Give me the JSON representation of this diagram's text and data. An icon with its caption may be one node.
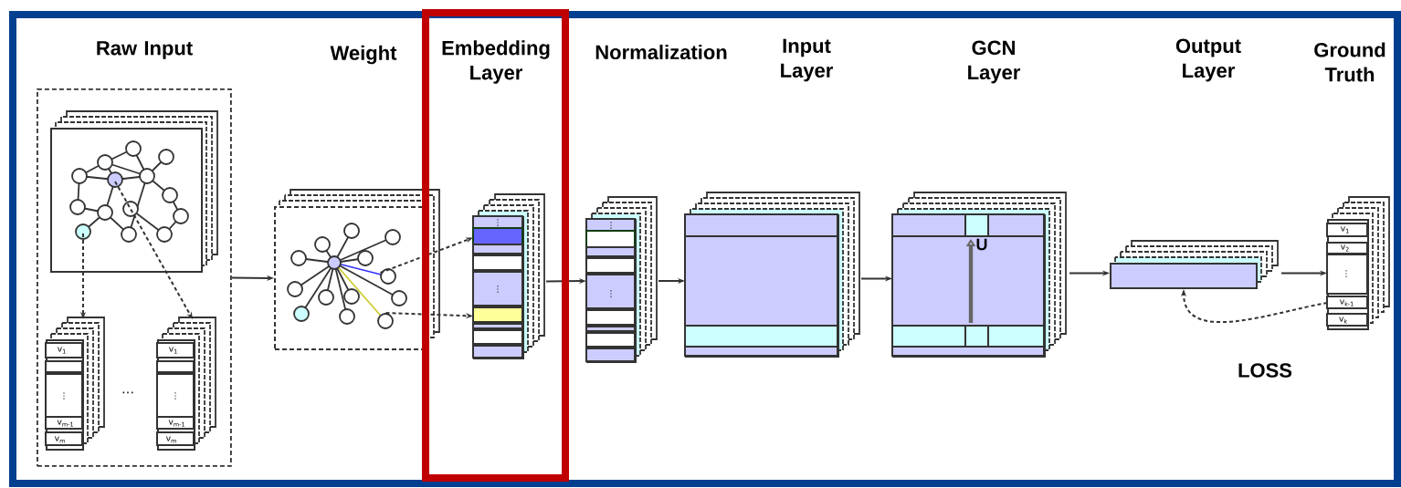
{
  "diagram": {
    "nodes": [
      {
        "text": [],
        "shape": "box"
      },
      {
        "text": [],
        "shape": "box",
        "in": 0
      },
      {
        "text": [
          "v$_{1}$",
          "⋮",
          "v$_{m-1}$",
          "v$_{m}$"
        ],
        "in": 0
      },
      {
        "text": [
          "v$_{1}$",
          "⋮",
          "v$_{m-1}$",
          "v$_{m}$"
        ],
        "in": 0
      },
      {
        "text": [],
        "shape": "box"
      },
      {
        "text": [
          "⋮",
          "⋮"
        ]
      },
      {
        "text": [
          "⋮",
          "⋮"
        ]
      },
      {
        "text": [],
        "shape": "box"
      },
      {
        "text": [
          "U"
        ]
      },
      {
        "text": [],
        "shape": "box"
      },
      {
        "text": [
          "v$_{1}$",
          "v$_{2}$",
          "⋮",
          "v$_{k-1}$",
          "v$_{k}$"
        ]
      }
    ],
    "edges": [
      {
        "from": 1,
        "to": 2,
        "arrow": "to",
        "style": "dashed"
      },
      {
        "from": 1,
        "to": 3,
        "arrow": "to",
        "style": "dashed"
      },
      {
        "from": 0,
        "to": 4,
        "arrow": "to"
      },
      {
        "from": 4,
        "to": 5,
        "arrow": "to",
        "style": "dashed"
      },
      {
        "from": 4,
        "to": 5,
        "arrow": "to",
        "style": "dashed"
      },
      {
        "from": 5,
        "to": 6,
        "arrow": "to"
      },
      {
        "from": 6,
        "to": 7,
        "arrow": "to"
      },
      {
        "from": 7,
        "to": 8,
        "arrow": "to"
      },
      {
        "from": 8,
        "to": 9,
        "arrow": "to"
      },
      {
        "from": 9,
        "to": 10,
        "arrow": "to"
      },
      {
        "from": 10,
        "to": 9,
        "arrow": "to",
        "style": "dashed"
      }
    ],
    "labels": [
      "Raw Input",
      "Weight",
      "Embedding Layer",
      "Normalization",
      "Input Layer",
      "GCN Layer",
      "Output Layer",
      "Ground Truth",
      "⋯",
      "LOSS"
    ]
  }
}
